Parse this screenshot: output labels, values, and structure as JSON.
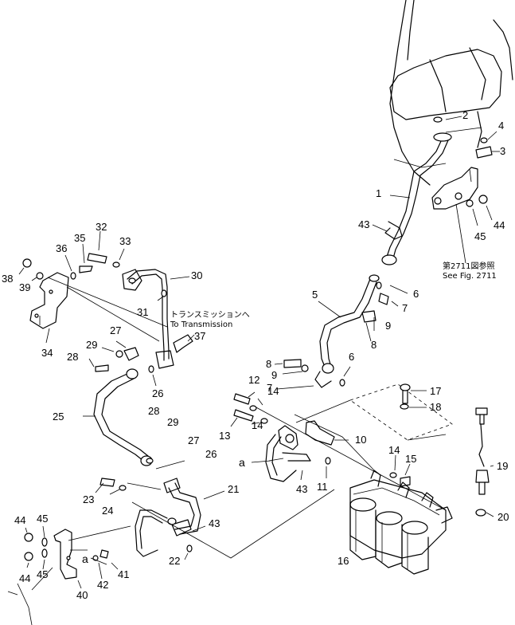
{
  "labels": {
    "p1": "1",
    "p2": "2",
    "p3": "3",
    "p4": "4",
    "p5": "5",
    "p6a": "6",
    "p6b": "6",
    "p7a": "7",
    "p7b": "7",
    "p8a": "8",
    "p8b": "8",
    "p9a": "9",
    "p9b": "9",
    "p10": "10",
    "p11": "11",
    "p12": "12",
    "p13": "13",
    "p14a": "14",
    "p14b": "14",
    "p14c": "14",
    "p15": "15",
    "p16": "16",
    "p17": "17",
    "p18": "18",
    "p19": "19",
    "p20": "20",
    "p21": "21",
    "p22": "22",
    "p23": "23",
    "p24": "24",
    "p25": "25",
    "p26a": "26",
    "p26b": "26",
    "p27a": "27",
    "p27b": "27",
    "p28a": "28",
    "p28b": "28",
    "p29a": "29",
    "p29b": "29",
    "p30": "30",
    "p31": "31",
    "p32": "32",
    "p33": "33",
    "p34": "34",
    "p35": "35",
    "p36": "36",
    "p37": "37",
    "p38": "38",
    "p39": "39",
    "p40": "40",
    "p41": "41",
    "p42": "42",
    "p43a": "43",
    "p43b": "43",
    "p43c": "43",
    "p44a": "44",
    "p44b": "44",
    "p44c": "44",
    "p45a": "45",
    "p45b": "45",
    "p45c": "45",
    "a1": "a",
    "a2": "a"
  },
  "notes": {
    "transmission_jp": "トランスミッションへ",
    "transmission_en": "To Transmission",
    "see_fig_jp": "第2711図参照",
    "see_fig_en": "See Fig. 2711"
  }
}
